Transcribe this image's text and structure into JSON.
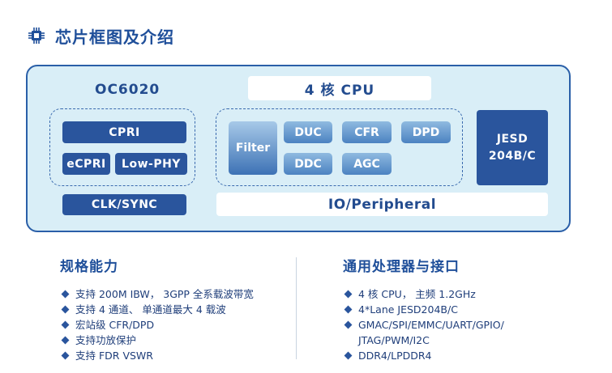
{
  "header": {
    "title": "芯片框图及介绍",
    "icon": "chip-icon"
  },
  "diagram": {
    "chip_name": "OC6020",
    "cpu": "4 核 CPU",
    "interface_blocks": {
      "cpri": "CPRI",
      "ecpri": "eCPRI",
      "lowphy": "Low-PHY"
    },
    "clk_sync": "CLK/SYNC",
    "dsp_blocks": {
      "filter": "Filter",
      "duc": "DUC",
      "cfr": "CFR",
      "dpd": "DPD",
      "ddc": "DDC",
      "agc": "AGC"
    },
    "jesd": {
      "line1": "JESD",
      "line2": "204B/C"
    },
    "io": "IO/Peripheral"
  },
  "sections": {
    "capabilities": {
      "title": "规格能力",
      "items": [
        "支持 200M IBW， 3GPP 全系载波带宽",
        "支持 4 通道、 单通道最大 4 载波",
        "宏站级 CFR/DPD",
        "支持功放保护",
        "支持 FDR VSWR"
      ]
    },
    "processor": {
      "title": "通用处理器与接口",
      "items": [
        "4 核 CPU，  主频 1.2GHz",
        "4*Lane JESD204B/C",
        "GMAC/SPI/EMMC/UART/GPIO/",
        "JTAG/PWM/I2C",
        "DDR4/LPDDR4"
      ]
    }
  },
  "colors": {
    "accent": "#2a559d",
    "title": "#1f4f9a",
    "panel": "#d9eef7",
    "border": "#2a5fa8"
  }
}
